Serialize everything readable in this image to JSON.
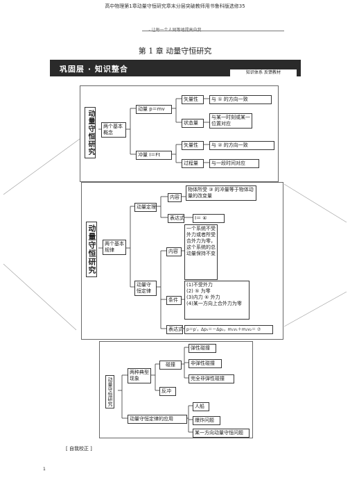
{
  "header": {
    "title": "高中物理第1章动量守恒研究章末分层突破教师用书鲁科版选修35",
    "subtitle": "- 让每一个人同等地提高自我"
  },
  "chapter_title": "第 1 章  动量守恒研究",
  "banner": {
    "title": "巩固层 · 知识整合",
    "tag": "知识体系  反馈教材"
  },
  "map1": {
    "root": "动量守恒研究",
    "branch": "两个基本概念",
    "momentum": "动量 p＝mv",
    "impulse": "冲量 I＝Ft",
    "vector1": "矢量性",
    "vector1_val": "与 ① 的方向一致",
    "state1": "状态量",
    "state1_val": "与某一时刻或某一位置对应",
    "vector2": "矢量性",
    "vector2_val": "与 ② 的方向一致",
    "process": "过程量",
    "process_val": "与一段时间对应"
  },
  "map2": {
    "root": "动量守恒研究",
    "branch": "两个基本规律",
    "theorem": "动量定理",
    "content1": "内容",
    "content1_val": "物体所受 ③ 的冲量等于物体动量的改变量",
    "expr1": "表达式",
    "expr1_val": "I＝ ④",
    "conservation": "动量守恒定律",
    "content2": "内容",
    "content2_val": "一个系统不受外力或者所受合外力为零，这个系统的总动量保持不变",
    "cond": "条件",
    "cond_items": [
      "(1)不受外力",
      "(2) ⑤ 为零",
      "(3)内力 ⑥ 外力",
      "(4)某一方向上合外力为零"
    ],
    "expr2": "表达式",
    "expr2_val": "p＝p′，Δp₁＝－Δp₂，m₁v₁＋m₂v₂＝ ⑦"
  },
  "map3": {
    "root": "动量守恒研究",
    "branch": "两种典型现象",
    "collision": "碰撞",
    "c1": "弹性碰撞",
    "c2": "非弹性碰撞",
    "c3": "完全非弹性碰撞",
    "recoil": "反冲",
    "app": "动量守恒定律的应用",
    "a1": "人船",
    "a2": "爆炸问题",
    "a3": "某一方向动量守恒问题"
  },
  "footer": {
    "section": "[ 自我校正 ]",
    "page": "1"
  }
}
